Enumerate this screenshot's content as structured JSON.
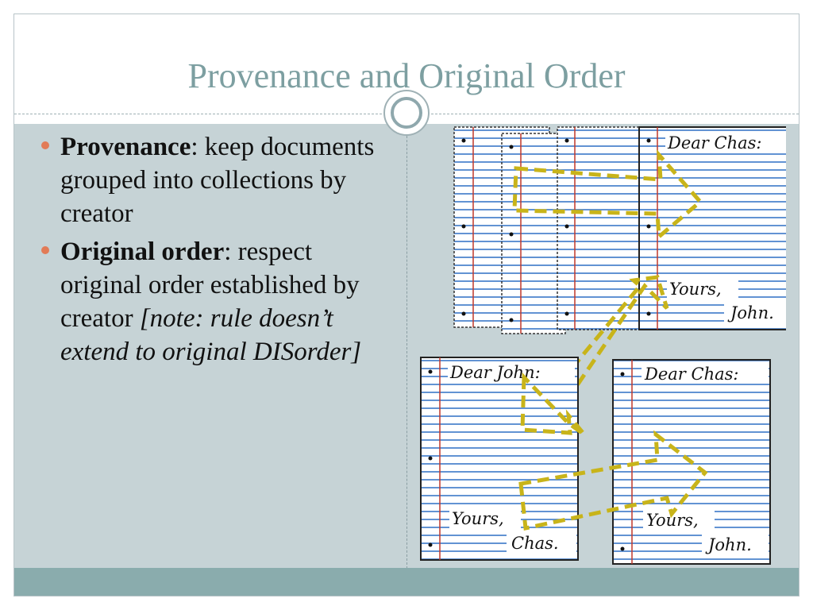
{
  "slide": {
    "title": "Provenance and Original Order",
    "bullets": [
      {
        "term": "Provenance",
        "rest": ": keep documents grouped into collections by creator"
      },
      {
        "term": "Original order",
        "rest": ": respect original order established by creator",
        "note": "[note: rule doesn’t extend to original DISorder]"
      }
    ]
  },
  "illustration": {
    "letter_top": {
      "salutation": "Dear Chas:",
      "closing1": "Yours,",
      "closing2": "John."
    },
    "letter_bottom_left": {
      "salutation": "Dear John:",
      "closing1": "Yours,",
      "closing2": "Chas."
    },
    "letter_bottom_right": {
      "salutation": "Dear Chas:",
      "closing1": "Yours,",
      "closing2": "John."
    }
  },
  "colors": {
    "title": "#7d9fa1",
    "bullet": "#e27b57",
    "content_bg": "#c6d3d6",
    "footer_bg": "#8aacad",
    "arrow": "#c8b41a",
    "ruled_line": "#3a78c8",
    "margin_line": "#c0392b"
  }
}
